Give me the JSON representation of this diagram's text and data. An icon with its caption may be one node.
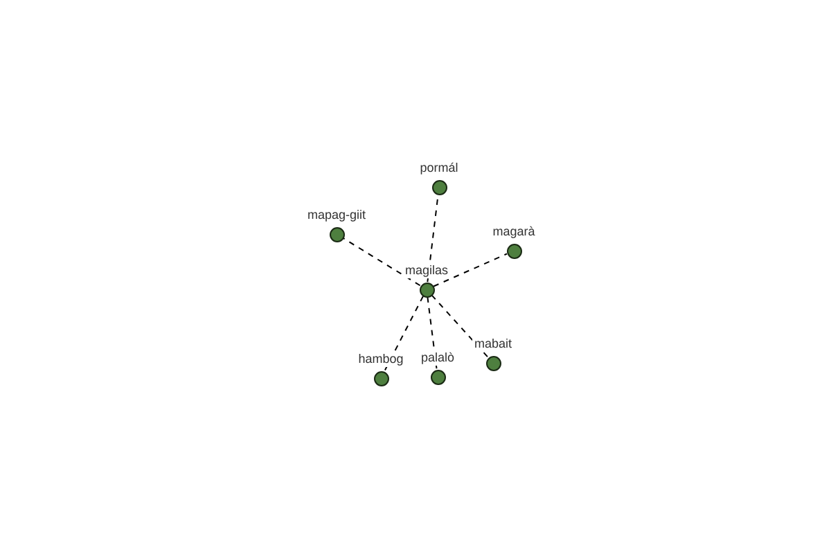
{
  "diagram": {
    "nodes": [
      {
        "text": [
          "pormál"
        ]
      },
      {
        "text": [
          "mapag-giit"
        ]
      },
      {
        "text": [
          "magarà"
        ]
      },
      {
        "text": [
          "magilas"
        ]
      },
      {
        "text": [
          "hambog"
        ]
      },
      {
        "text": [
          "palalò"
        ]
      },
      {
        "text": [
          "mabait"
        ]
      }
    ],
    "edges": [
      {
        "from": 3,
        "to": 0,
        "arrow": "none",
        "style": "dashed"
      },
      {
        "from": 3,
        "to": 1,
        "arrow": "none",
        "style": "dashed"
      },
      {
        "from": 3,
        "to": 2,
        "arrow": "none",
        "style": "dashed"
      },
      {
        "from": 3,
        "to": 4,
        "arrow": "none",
        "style": "dashed"
      },
      {
        "from": 3,
        "to": 5,
        "arrow": "none",
        "style": "dashed"
      },
      {
        "from": 3,
        "to": 6,
        "arrow": "none",
        "style": "dashed"
      }
    ]
  }
}
